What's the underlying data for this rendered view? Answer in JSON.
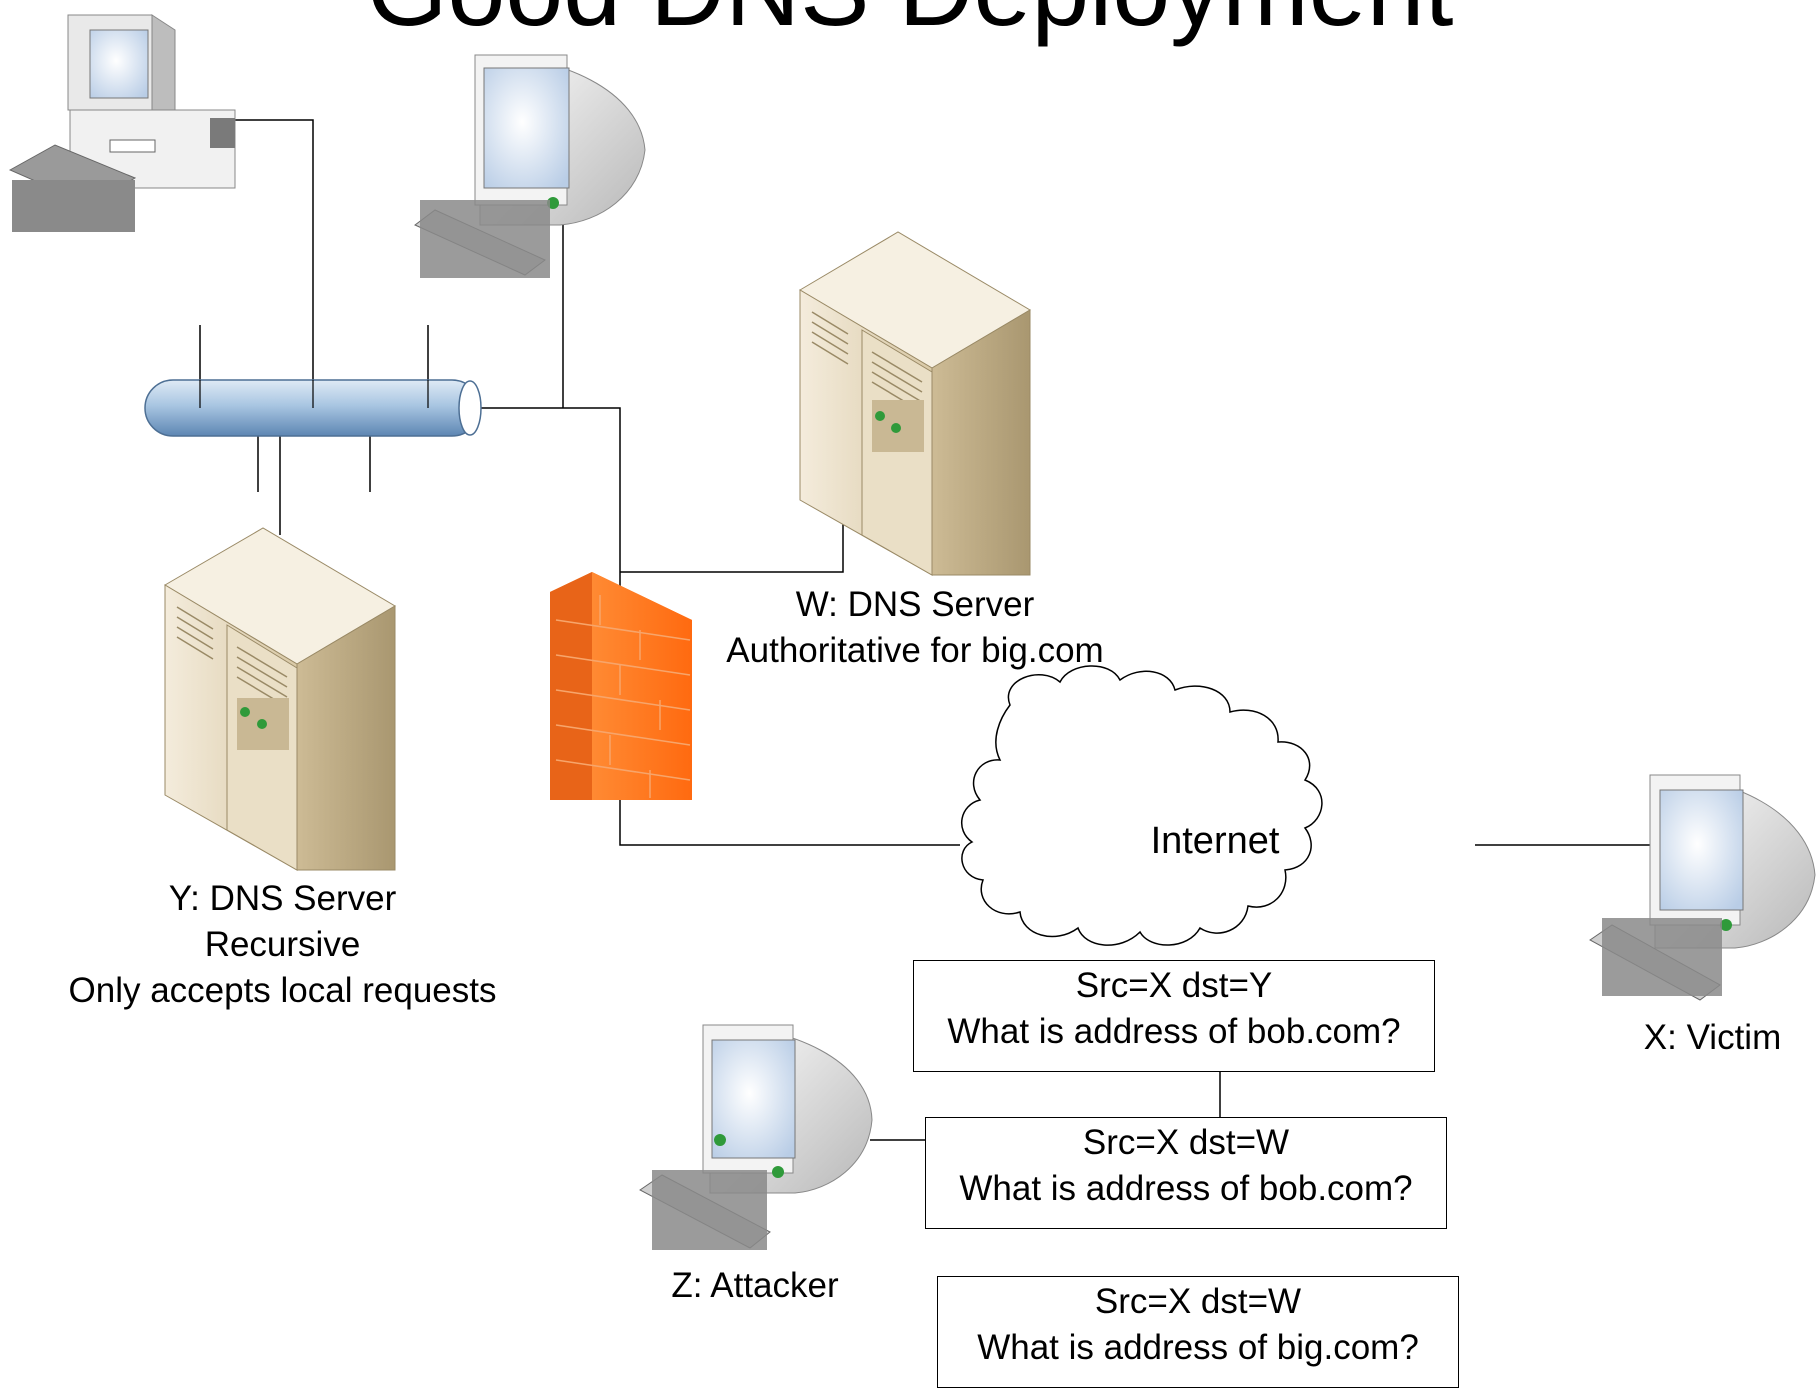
{
  "title": "Good DNS Deployment",
  "nodes": {
    "server_y": {
      "lines": [
        "Y: DNS Server",
        "Recursive",
        "Only accepts local requests"
      ]
    },
    "server_w": {
      "lines": [
        "W: DNS Server",
        "Authoritative for big.com"
      ]
    },
    "internet": {
      "label": "Internet"
    },
    "victim": {
      "label": "X: Victim"
    },
    "attacker": {
      "label": "Z: Attacker"
    }
  },
  "messages": [
    {
      "line1": "Src=X dst=Y",
      "line2": "What is address of bob.com?"
    },
    {
      "line1": "Src=X dst=W",
      "line2": "What is address of bob.com?"
    },
    {
      "line1": "Src=X dst=W",
      "line2": "What is address of big.com?"
    }
  ],
  "colors": {
    "firewall": "#ff7a22",
    "firewall_dark": "#d95a10",
    "server_body": "#e8dcc2",
    "server_side": "#c9b894",
    "lan_bus": "#8fb4d6",
    "monitor_screen": "#dce8f5",
    "keyboard": "#8a8a8a",
    "led_green": "#2f9a3a"
  }
}
